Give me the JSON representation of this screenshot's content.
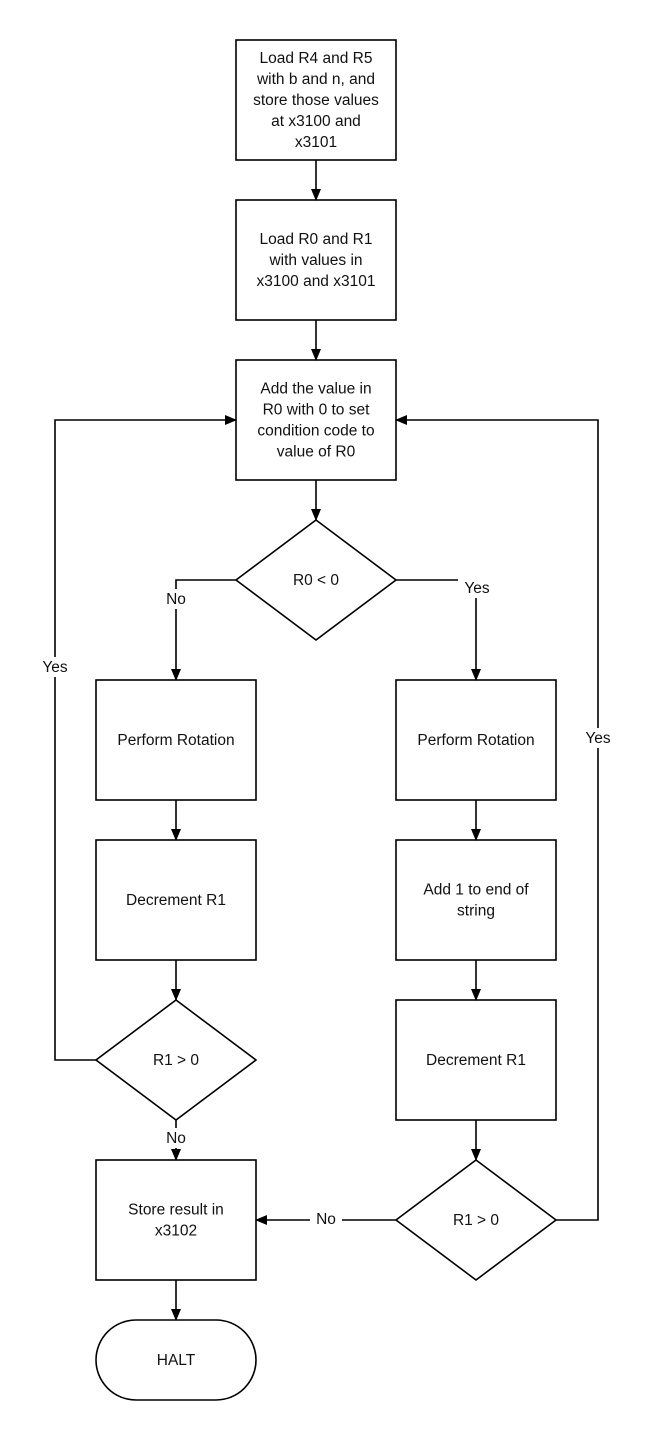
{
  "nodes": {
    "load_r4_r5": [
      "Load R4 and R5",
      "with b and n, and",
      "store those values",
      "at x3100 and",
      "x3101"
    ],
    "load_r0_r1": [
      "Load R0 and R1",
      "with values in",
      "x3100 and x3101"
    ],
    "add_r0_zero": [
      "Add the value in",
      "R0 with 0 to set",
      "condition code to",
      "value of R0"
    ],
    "decision_r0_negative": [
      "R0 < 0"
    ],
    "rotate_left_branch": [
      "Perform Rotation"
    ],
    "rotate_right_branch": [
      "Perform Rotation"
    ],
    "decrement_left": [
      "Decrement R1"
    ],
    "add_one_to_string": [
      "Add 1 to end of",
      "string"
    ],
    "decision_r1_left": [
      "R1 > 0"
    ],
    "decrement_right": [
      "Decrement R1"
    ],
    "store_result": [
      "Store result in",
      "x3102"
    ],
    "decision_r1_right": [
      "R1 > 0"
    ],
    "halt": [
      "HALT"
    ]
  },
  "edge_labels": {
    "r0_no": "No",
    "r0_yes": "Yes",
    "left_loop_yes": "Yes",
    "right_loop_yes": "Yes",
    "left_exit_no": "No",
    "right_exit_no": "No"
  }
}
